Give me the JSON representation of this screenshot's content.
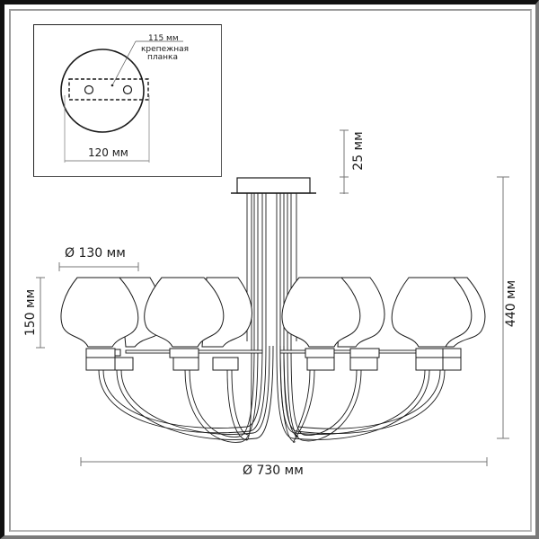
{
  "diagram": {
    "type": "technical dimension drawing",
    "subject": "chandelier, 10 glass shades on curved arms",
    "inset": {
      "mount_plate_width_label": "115 мм",
      "mount_plate_name_line1": "крепежная",
      "mount_plate_name_line2": "планка",
      "canopy_diameter_label": "120 мм"
    },
    "dimensions": {
      "canopy_height": "25 мм",
      "shade_diameter": "Ø 130 мм",
      "shade_height": "150 мм",
      "total_height": "440 мм",
      "total_diameter": "Ø 730 мм"
    },
    "colors": {
      "line": "#1a1a1a",
      "dimension_line": "#777777",
      "frame": "#111111"
    }
  }
}
